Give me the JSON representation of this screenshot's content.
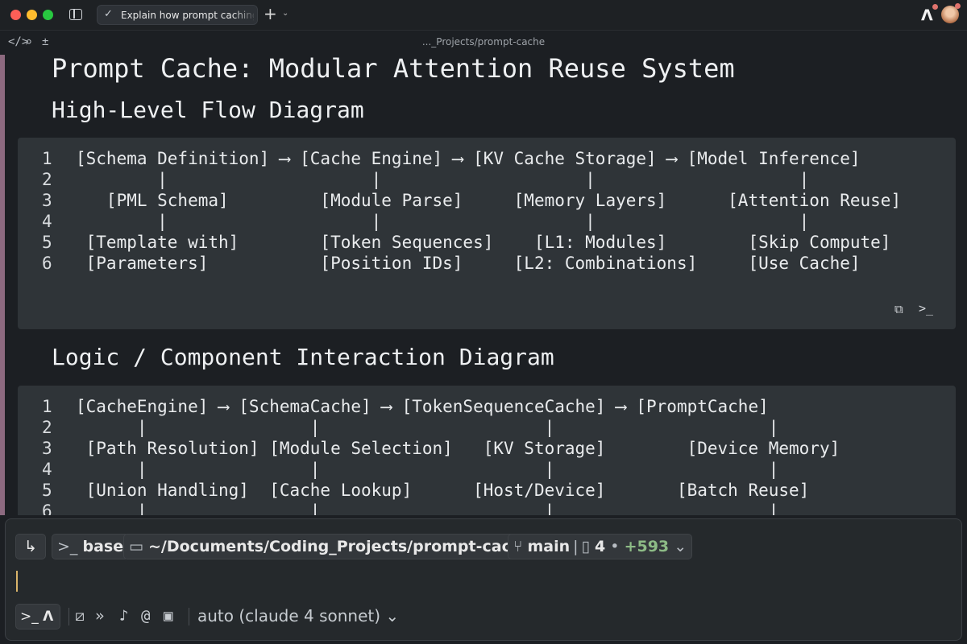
{
  "tab": {
    "title": "Explain how prompt caching works"
  },
  "toolbar": {
    "path": "..._Projects/prompt-cache"
  },
  "doc": {
    "title": "Prompt Cache: Modular Attention Reuse System",
    "section1": "High-Level Flow Diagram",
    "section2": "Logic / Component Interaction Diagram",
    "diagram1": [
      {
        "n": "1",
        "t": "[Schema Definition] ⟶ [Cache Engine] ⟶ [KV Cache Storage] ⟶ [Model Inference]"
      },
      {
        "n": "2",
        "t": "        |                    |                    |                    |"
      },
      {
        "n": "3",
        "t": "   [PML Schema]         [Module Parse]     [Memory Layers]      [Attention Reuse]"
      },
      {
        "n": "4",
        "t": "        |                    |                    |                    |"
      },
      {
        "n": "5",
        "t": " [Template with]        [Token Sequences]    [L1: Modules]        [Skip Compute]"
      },
      {
        "n": "6",
        "t": " [Parameters]           [Position IDs]     [L2: Combinations]     [Use Cache]"
      }
    ],
    "diagram2": [
      {
        "n": "1",
        "t": "[CacheEngine] ⟶ [SchemaCache] ⟶ [TokenSequenceCache] ⟶ [PromptCache]"
      },
      {
        "n": "2",
        "t": "      |                |                      |                     |"
      },
      {
        "n": "3",
        "t": " [Path Resolution] [Module Selection]   [KV Storage]        [Device Memory]"
      },
      {
        "n": "4",
        "t": "      |                |                      |                     |"
      },
      {
        "n": "5",
        "t": " [Union Handling]  [Cache Lookup]      [Host/Device]       [Batch Reuse]"
      },
      {
        "n": "6",
        "t": "      |                |                      |                     |"
      }
    ]
  },
  "input": {
    "env": "base",
    "dir": "~/Documents/Coding_Projects/prompt-cache",
    "branch": "main",
    "files": "4",
    "additions": "+593",
    "model": "auto (claude 4 sonnet)"
  },
  "icons": {
    "tab_status": "check-icon",
    "brand": "warp-agent-icon"
  }
}
